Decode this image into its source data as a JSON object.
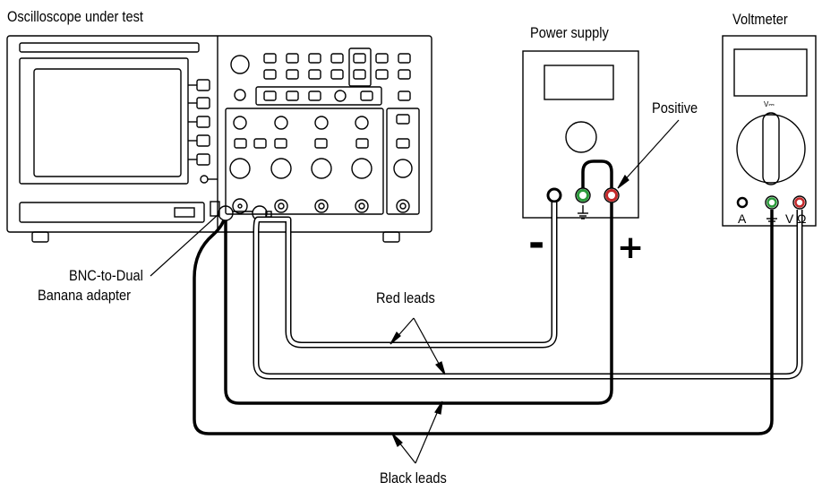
{
  "labels": {
    "oscilloscope": "Oscilloscope under test",
    "power_supply": "Power supply",
    "voltmeter": "Voltmeter",
    "positive": "Positive",
    "adapter_line1": "BNC-to-Dual",
    "adapter_line2": "Banana adapter",
    "red_leads": "Red leads",
    "black_leads": "Black leads",
    "minus": "-",
    "plus": "+",
    "vm_a": "A",
    "vm_v": "V",
    "vm_ohm": "Ω",
    "vm_dial": "V⎓"
  }
}
